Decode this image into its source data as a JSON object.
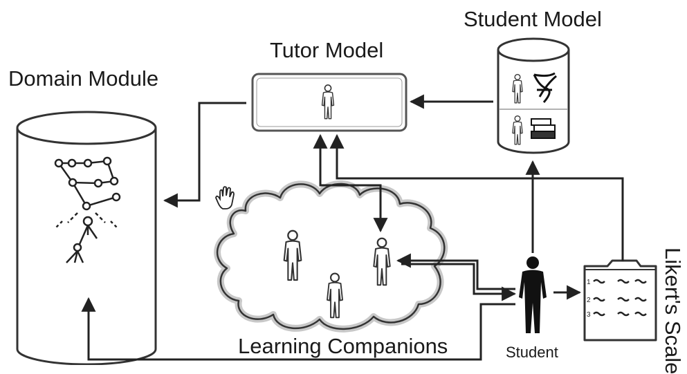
{
  "labels": {
    "domain_module": "Domain Module",
    "tutor_model": "Tutor Model",
    "student_model": "Student Model",
    "learning_companions": "Learning Companions",
    "student": "Student",
    "likert_scale": "Likert's Scale"
  },
  "likert_rows": [
    "1",
    "2",
    "3"
  ],
  "icons": {
    "cursor": "hand-cursor-icon",
    "graph": "knowledge-graph-icon",
    "dna": "dna-icon",
    "books": "books-icon",
    "person": "person-icon"
  },
  "colors": {
    "stroke": "#333333",
    "fill": "#ffffff",
    "cloud": "#cfcfcf",
    "student": "#111111"
  }
}
